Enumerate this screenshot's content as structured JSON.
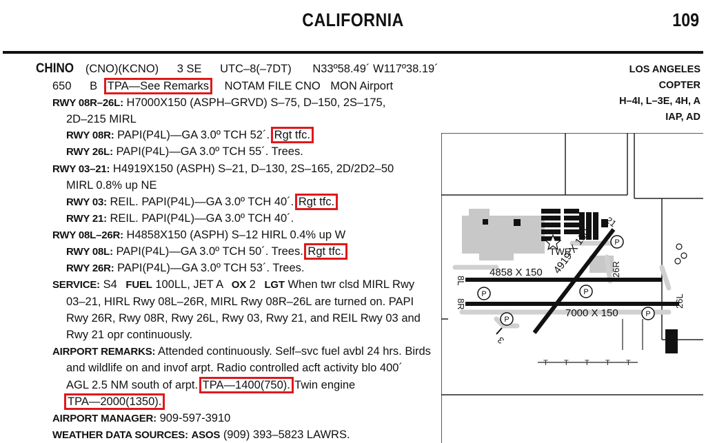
{
  "header": {
    "title": "CALIFORNIA",
    "page_number": "109"
  },
  "airport": {
    "name": "CHINO",
    "ids": "(CNO)(KCNO)",
    "location": "3 SE",
    "utc": "UTC–8(–7DT)",
    "coords": "N33º58.49´ W117º38.19´",
    "elevation": "650",
    "b": "B",
    "tpa_note": "TPA—See Remarks",
    "notam": "NOTAM FILE CNO",
    "mon": "MON Airport"
  },
  "right_panel": [
    "LOS ANGELES",
    "COPTER",
    "H–4I, L–3E, 4H, A",
    "IAP, AD"
  ],
  "runways": {
    "r1_label": "RWY 08R–26L:",
    "r1_text": "H7000X150 (ASPH–GRVD)   S–75, D–150, 2S–175,",
    "r1_text2": "2D–215   MIRL",
    "r1a_label": "RWY 08R:",
    "r1a_text": "PAPI(P4L)—GA 3.0º TCH 52´.",
    "r1a_hl": "Rgt tfc.",
    "r1b_label": "RWY 26L:",
    "r1b_text": "PAPI(P4L)—GA 3.0º TCH 55´. Trees.",
    "r2_label": "RWY 03–21:",
    "r2_text": "H4919X150 (ASPH)   S–21, D–130, 2S–165, 2D/2D2–50",
    "r2_text2": "MIRL   0.8% up NE",
    "r2a_label": "RWY 03:",
    "r2a_text": "REIL. PAPI(P4L)—GA 3.0º TCH 40´.",
    "r2a_hl": "Rgt tfc.",
    "r2b_label": "RWY 21:",
    "r2b_text": "REIL. PAPI(P4L)—GA 3.0º TCH 40´.",
    "r3_label": "RWY 08L–26R:",
    "r3_text": "H4858X150 (ASPH)   S–12   HIRL   0.4% up W",
    "r3a_label": "RWY 08L:",
    "r3a_text": "PAPI(P4L)—GA 3.0º TCH 50´. Trees.",
    "r3a_hl": "Rgt tfc.",
    "r3b_label": "RWY 26R:",
    "r3b_text": "PAPI(P4L)—GA 3.0º TCH 53´. Trees."
  },
  "service": {
    "label": "SERVICE:",
    "s": "S4",
    "fuel_label": "FUEL",
    "fuel": "100LL, JET A",
    "ox_label": "OX",
    "ox": "2",
    "lgt_label": "LGT",
    "lgt": "When twr clsd MIRL Rwy",
    "line2": "03–21, HIRL Rwy 08L–26R, MIRL Rwy 08R–26L are turned on. PAPI",
    "line3": "Rwy 26R, Rwy 08R, Rwy 26L, Rwy 03, Rwy 21, and REIL Rwy 03 and",
    "line4": "Rwy 21 opr continuously."
  },
  "remarks": {
    "label": "AIRPORT REMARKS:",
    "line1": "Attended continuously. Self–svc fuel avbl 24 hrs. Birds",
    "line2": "and wildlife on and invof arpt. Radio controlled acft activity blo 400´",
    "line3a": "AGL 2.5 NM south of arpt.",
    "line3_hl": "TPA—1400(750).",
    "line3b": "Twin engine",
    "line4_hl": "TPA—2000(1350)."
  },
  "manager": {
    "label": "AIRPORT MANAGER:",
    "value": "909-597-3910"
  },
  "weather": {
    "label": "WEATHER DATA SOURCES:",
    "asos": "ASOS",
    "value": "(909) 393–5823 LAWRS."
  },
  "diagram": {
    "rwy_a": "4858 X 150",
    "rwy_b": "7000 X 150",
    "rwy_c": "4919 X 150",
    "twr": "TWR",
    "n8l": "8L",
    "n8r": "8R",
    "n26r": "26R",
    "n26l": "26L",
    "n21": "21",
    "n3": "3",
    "p": "P"
  }
}
